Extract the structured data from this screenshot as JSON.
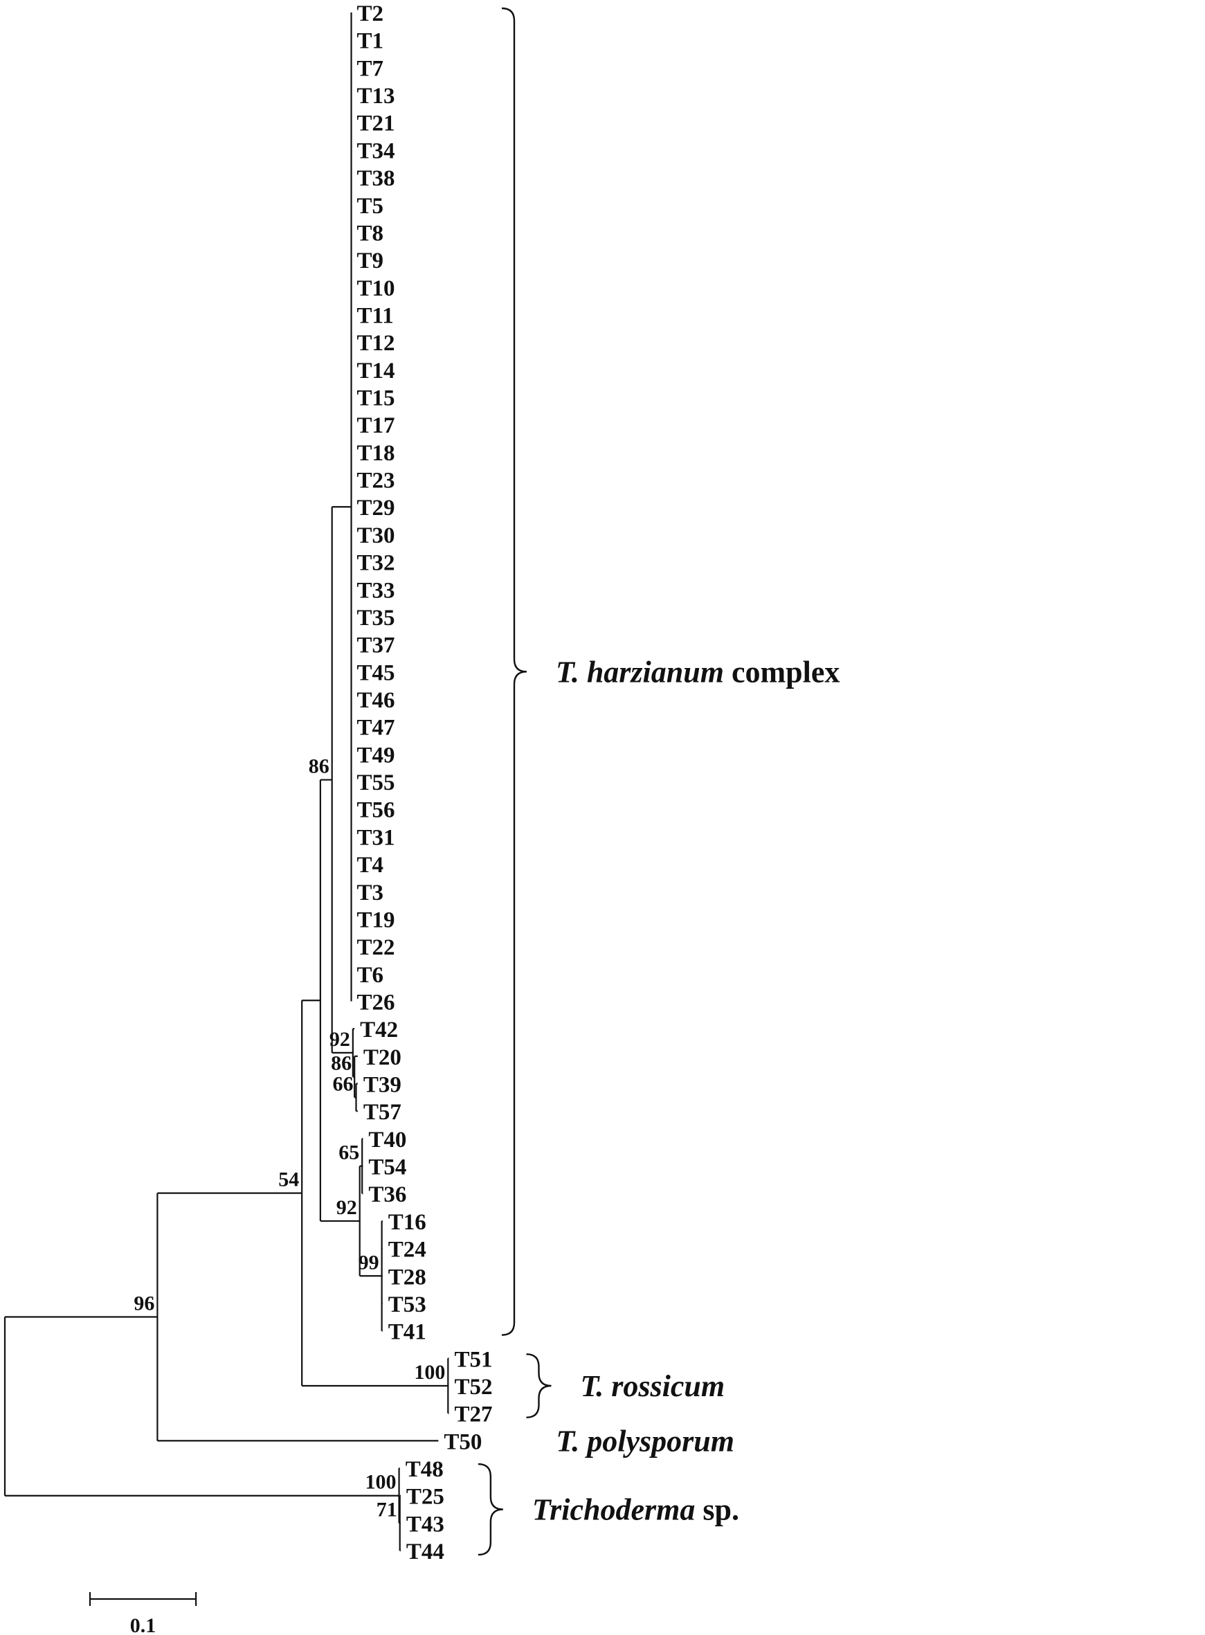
{
  "tree": {
    "id": "root",
    "children": [
      {
        "id": "n96",
        "len": 0.19,
        "bootstrap": "96",
        "children": [
          {
            "id": "n54",
            "len": 0.18,
            "bootstrap": "54",
            "children": [
              {
                "id": "nHarz",
                "len": 0.023,
                "children": [
                  {
                    "id": "n86",
                    "len": 0.0145,
                    "bootstrap": "86",
                    "children": [
                      {
                        "id": "nMain",
                        "len": 0.024,
                        "children": [
                          {
                            "name": "T2",
                            "len": 0
                          },
                          {
                            "name": "T1",
                            "len": 0
                          },
                          {
                            "name": "T7",
                            "len": 0
                          },
                          {
                            "name": "T13",
                            "len": 0
                          },
                          {
                            "name": "T21",
                            "len": 0
                          },
                          {
                            "name": "T34",
                            "len": 0
                          },
                          {
                            "name": "T38",
                            "len": 0
                          },
                          {
                            "name": "T5",
                            "len": 0
                          },
                          {
                            "name": "T8",
                            "len": 0
                          },
                          {
                            "name": "T9",
                            "len": 0
                          },
                          {
                            "name": "T10",
                            "len": 0
                          },
                          {
                            "name": "T11",
                            "len": 0
                          },
                          {
                            "name": "T12",
                            "len": 0
                          },
                          {
                            "name": "T14",
                            "len": 0
                          },
                          {
                            "name": "T15",
                            "len": 0
                          },
                          {
                            "name": "T17",
                            "len": 0
                          },
                          {
                            "name": "T18",
                            "len": 0
                          },
                          {
                            "name": "T23",
                            "len": 0
                          },
                          {
                            "name": "T29",
                            "len": 0
                          },
                          {
                            "name": "T30",
                            "len": 0
                          },
                          {
                            "name": "T32",
                            "len": 0
                          },
                          {
                            "name": "T33",
                            "len": 0
                          },
                          {
                            "name": "T35",
                            "len": 0
                          },
                          {
                            "name": "T37",
                            "len": 0
                          },
                          {
                            "name": "T45",
                            "len": 0
                          },
                          {
                            "name": "T46",
                            "len": 0
                          },
                          {
                            "name": "T47",
                            "len": 0
                          },
                          {
                            "name": "T49",
                            "len": 0
                          },
                          {
                            "name": "T55",
                            "len": 0
                          },
                          {
                            "name": "T56",
                            "len": 0
                          },
                          {
                            "name": "T31",
                            "len": 0
                          },
                          {
                            "name": "T4",
                            "len": 0
                          },
                          {
                            "name": "T3",
                            "len": 0
                          },
                          {
                            "name": "T19",
                            "len": 0
                          },
                          {
                            "name": "T22",
                            "len": 0
                          },
                          {
                            "name": "T6",
                            "len": 0
                          },
                          {
                            "name": "T26",
                            "len": 0
                          }
                        ]
                      },
                      {
                        "id": "n92a",
                        "len": 0.026,
                        "bootstrap": "92",
                        "children": [
                          {
                            "name": "T42",
                            "len": 0.002
                          },
                          {
                            "id": "n86b",
                            "len": 0.002,
                            "bootstrap": "86",
                            "children": [
                              {
                                "name": "T20",
                                "len": 0.004
                              },
                              {
                                "id": "n66",
                                "len": 0.002,
                                "bootstrap": "66",
                                "children": [
                                  {
                                    "name": "T39",
                                    "len": 0.002
                                  },
                                  {
                                    "name": "T57",
                                    "len": 0.002
                                  }
                                ]
                              }
                            ]
                          }
                        ]
                      }
                    ]
                  },
                  {
                    "id": "n92b",
                    "len": 0.049,
                    "bootstrap": "92",
                    "children": [
                      {
                        "id": "n65",
                        "len": 0.003,
                        "bootstrap": "65",
                        "children": [
                          {
                            "name": "T40",
                            "len": 0.001
                          },
                          {
                            "name": "T54",
                            "len": 0.001
                          },
                          {
                            "name": "T36",
                            "len": 0.001
                          }
                        ]
                      },
                      {
                        "id": "n99",
                        "len": 0.0275,
                        "bootstrap": "99",
                        "children": [
                          {
                            "name": "T16",
                            "len": 0.001
                          },
                          {
                            "name": "T24",
                            "len": 0.001
                          },
                          {
                            "name": "T28",
                            "len": 0.001
                          },
                          {
                            "name": "T53",
                            "len": 0.001
                          },
                          {
                            "name": "T41",
                            "len": 0.001
                          }
                        ]
                      }
                    ]
                  }
                ]
              },
              {
                "id": "n100a",
                "len": 0.182,
                "bootstrap": "100",
                "children": [
                  {
                    "name": "T51",
                    "len": 0.001
                  },
                  {
                    "name": "T52",
                    "len": 0.001
                  },
                  {
                    "name": "T27",
                    "len": 0.001
                  }
                ]
              }
            ]
          },
          {
            "name": "T50",
            "len": 0.35
          }
        ]
      },
      {
        "id": "n100b",
        "len": 0.491,
        "bootstrap": "100",
        "children": [
          {
            "name": "T48",
            "len": 0.001
          },
          {
            "id": "n71",
            "len": 0.001,
            "bootstrap": "71",
            "children": [
              {
                "name": "T25",
                "len": 0.001
              },
              {
                "name": "T43",
                "len": 0.001
              },
              {
                "name": "T44",
                "len": 0.001
              }
            ]
          }
        ]
      }
    ]
  },
  "clades": [
    {
      "genus": "T. harzianum",
      "suffix": " complex",
      "first_leaf": "T2",
      "last_leaf": "T41"
    },
    {
      "genus": "T. rossicum",
      "suffix": "",
      "first_leaf": "T51",
      "last_leaf": "T27"
    },
    {
      "genus": "T. polysporum",
      "suffix": "",
      "first_leaf": "T50",
      "last_leaf": "T50"
    },
    {
      "genus": "Trichoderma",
      "suffix": " sp.",
      "first_leaf": "T48",
      "last_leaf": "T44"
    }
  ],
  "scale_bar": {
    "value": 0.1,
    "label": "0.1"
  }
}
